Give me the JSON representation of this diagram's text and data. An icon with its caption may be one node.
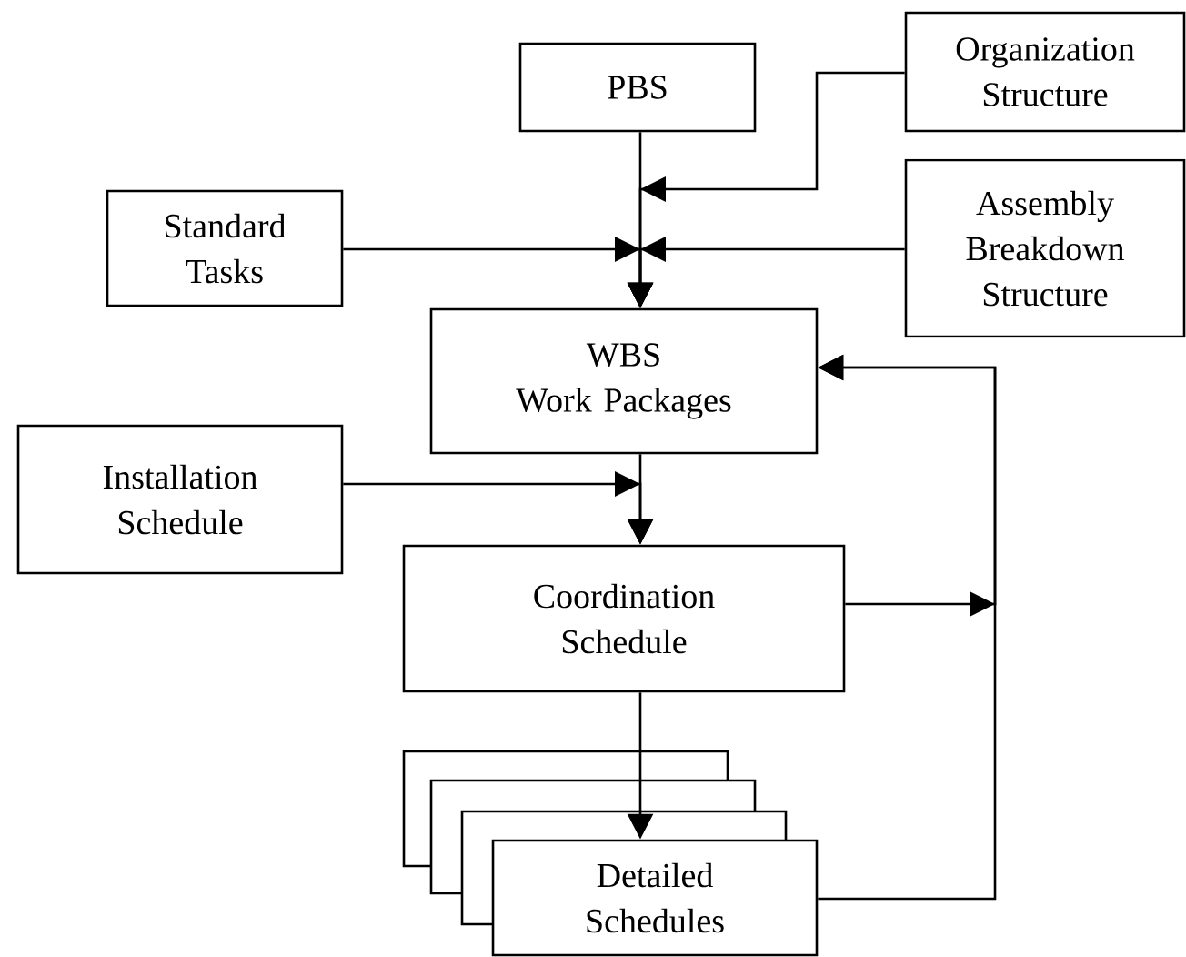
{
  "diagram": {
    "nodes": [
      {
        "text": [
          "PBS"
        ]
      },
      {
        "text": [
          "Organization Structure"
        ]
      },
      {
        "text": [
          "Standard Tasks"
        ]
      },
      {
        "text": [
          "Assembly Breakdown Structure"
        ]
      },
      {
        "text": [
          "WBS",
          "Work Packages"
        ]
      },
      {
        "text": [
          "Installation Schedule"
        ]
      },
      {
        "text": [
          "Coordination Schedule"
        ]
      },
      {
        "text": [
          "Detailed Schedules"
        ]
      }
    ],
    "edges": [
      {
        "from": 0,
        "to": 4,
        "arrow": "to"
      },
      {
        "from": 1,
        "to": 4,
        "arrow": "to"
      },
      {
        "from": 2,
        "to": 4,
        "arrow": "to"
      },
      {
        "from": 3,
        "to": 4,
        "arrow": "to"
      },
      {
        "from": 4,
        "to": 6,
        "arrow": "to"
      },
      {
        "from": 5,
        "to": 6,
        "arrow": "to"
      },
      {
        "from": 6,
        "to": 7,
        "arrow": "to"
      },
      {
        "from": 6,
        "to": 4,
        "arrow": "to"
      },
      {
        "from": 7,
        "to": 4,
        "arrow": "to"
      }
    ]
  }
}
